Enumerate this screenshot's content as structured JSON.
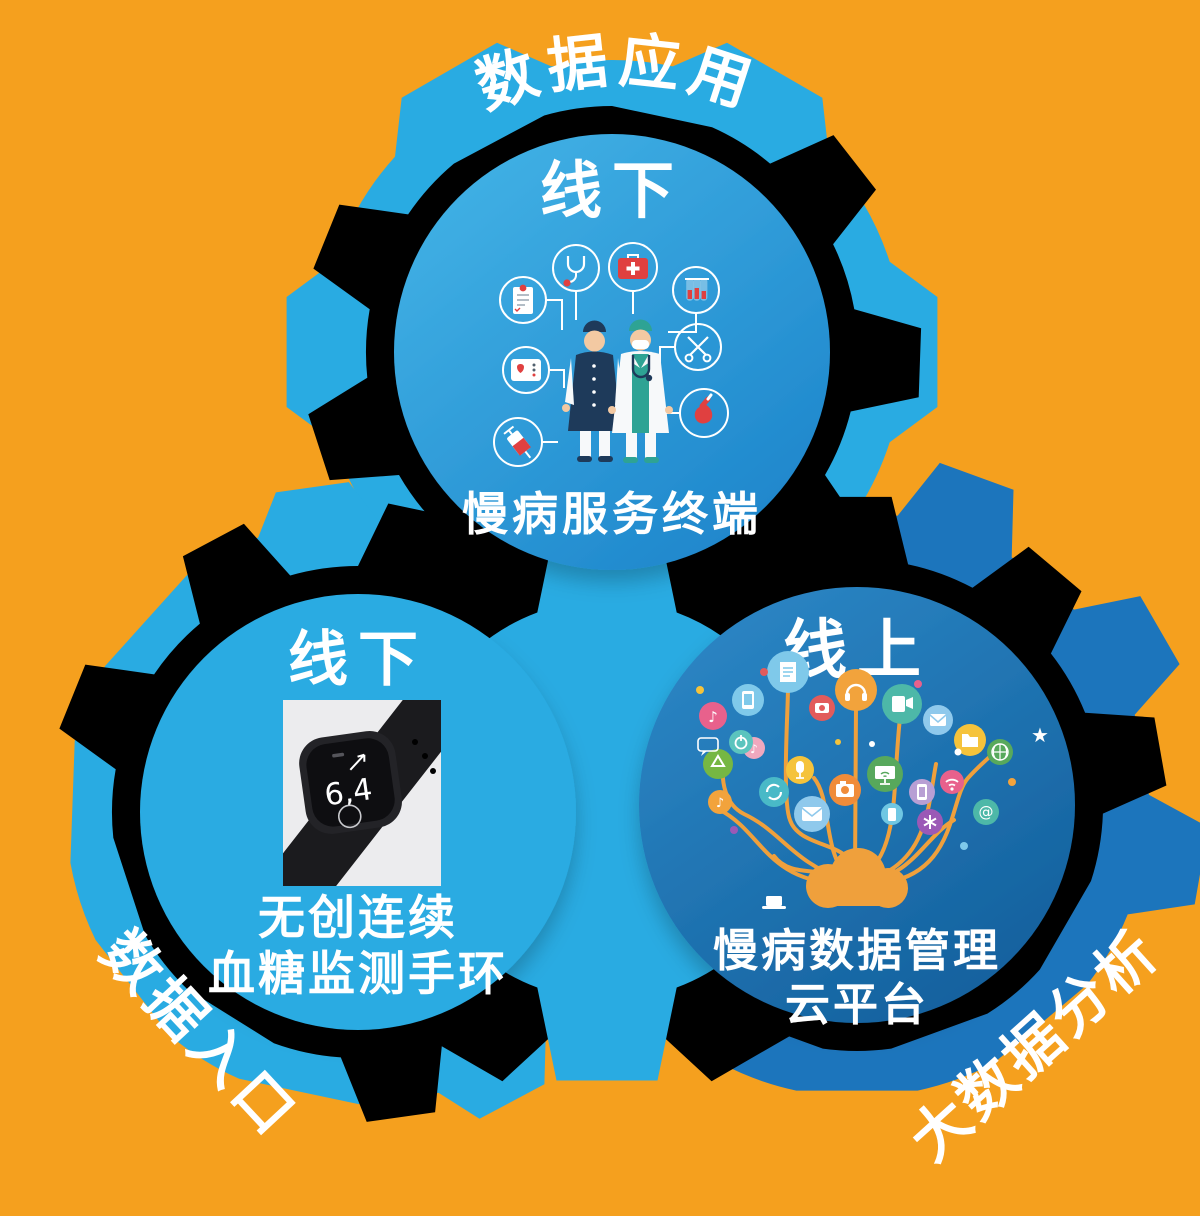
{
  "colors": {
    "background": "#F5A01E",
    "gear_black": "#000000",
    "gear_light_blue": "#29ABE2",
    "gear_dark_blue": "#1C75BC",
    "circle_top_light": "#45B6E8",
    "circle_top_dark": "#1D85CB",
    "circle_left": "#29ABE2",
    "circle_right_light": "#2E8AC9",
    "circle_right_dark": "#14619E",
    "text_white": "#FFFFFF",
    "branch_orange": "#EFA03C",
    "watch_panel_gray": "#ECECEE"
  },
  "outer_labels": {
    "top": "数据应用",
    "bottom_left": "数据入口",
    "bottom_right": "大数据分析"
  },
  "top_circle": {
    "title": "线下",
    "caption": "慢病服务终端",
    "icons": [
      "medical-record-icon",
      "stethoscope-icon",
      "first-aid-kit-icon",
      "test-tubes-icon",
      "scissors-icon",
      "ecg-monitor-icon",
      "syringe-icon",
      "enema-bulb-icon"
    ]
  },
  "left_circle": {
    "title": "线下",
    "caption_line1": "无创连续",
    "caption_line2": "血糖监测手环",
    "watch_display_value": "6,4"
  },
  "right_circle": {
    "title": "线上",
    "caption_line1": "慢病数据管理",
    "caption_line2": "云平台"
  }
}
